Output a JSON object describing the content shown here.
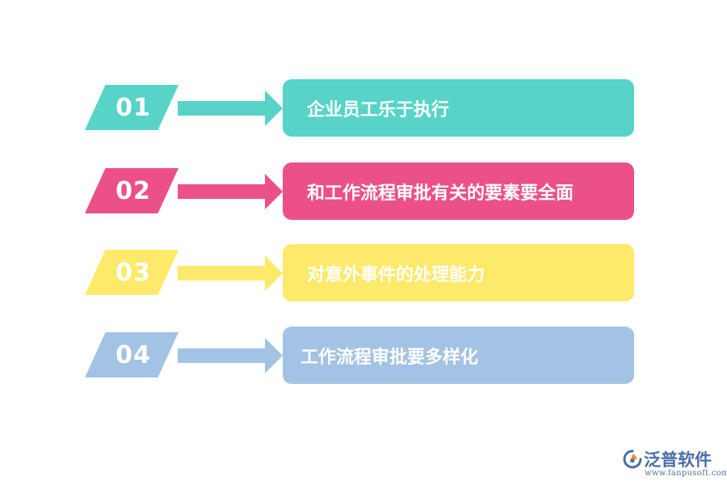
{
  "items": [
    {
      "number": "01",
      "text": "企业员工乐于执行",
      "color": "#57d3c8"
    },
    {
      "number": "02",
      "text": "和工作流程审批有关的要素要全面",
      "color": "#ec5089"
    },
    {
      "number": "03",
      "text": "对意外事件的处理能力",
      "color": "#fde96a"
    },
    {
      "number": "04",
      "text": "工作流程审批要多样化",
      "color": "#a3c3e4"
    }
  ],
  "logo": {
    "name": "泛普软件",
    "url": "www.fanpusoft.com",
    "colors": {
      "primary": "#4a6ea8",
      "accent": "#f08a3c"
    }
  }
}
